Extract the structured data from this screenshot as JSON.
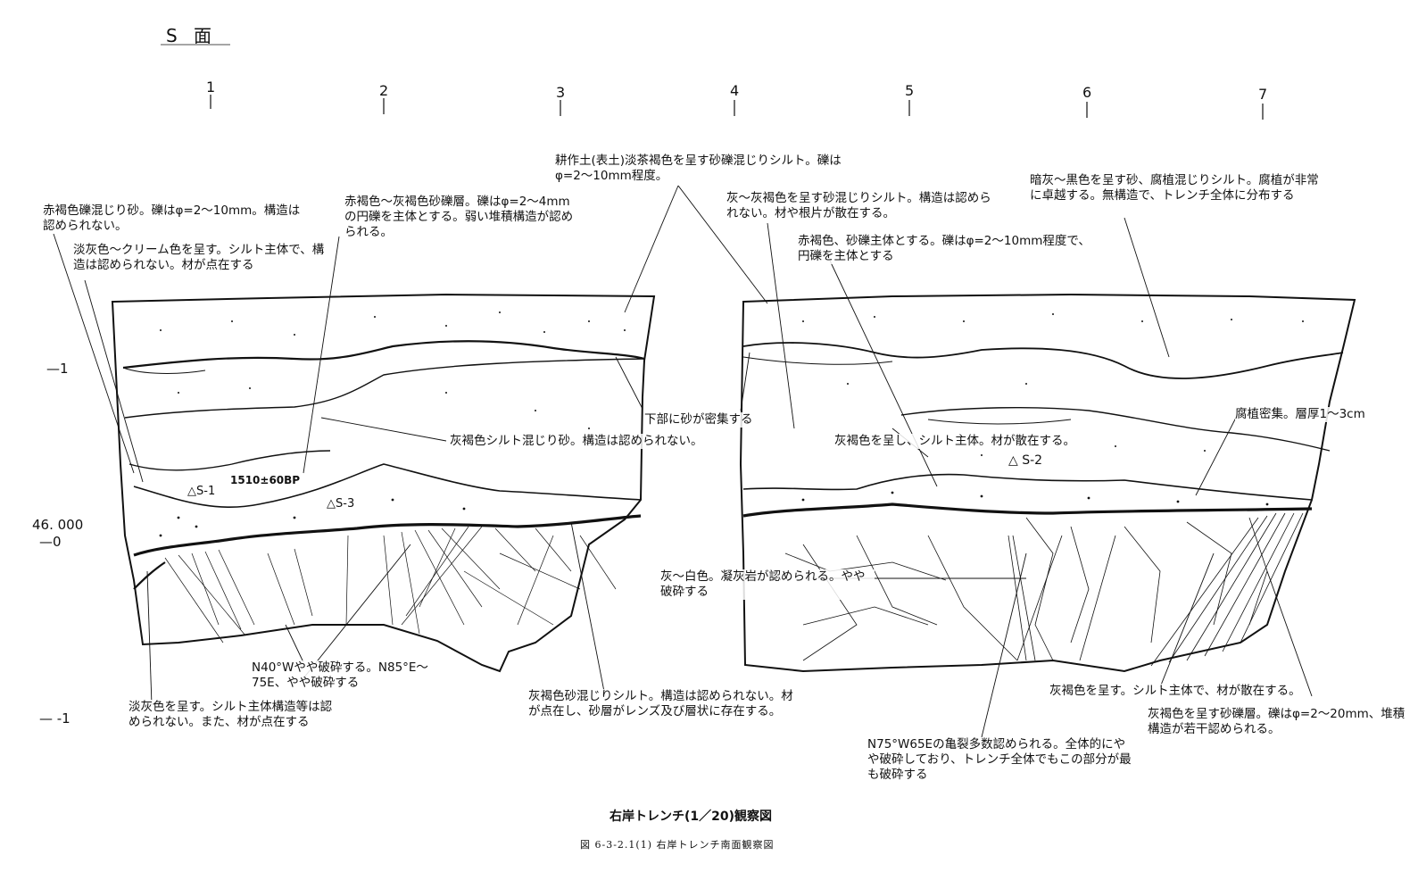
{
  "face_label": "S 面",
  "columns": [
    "1",
    "2",
    "3",
    "4",
    "5",
    "6",
    "7"
  ],
  "elevations": [
    "—1",
    "46. 000",
    "—0",
    "— -1"
  ],
  "samples": {
    "s1": "△S-1",
    "s3": "△S-3",
    "s2": "△ S-2",
    "date": "1510±60BP"
  },
  "notes": {
    "topsoil": "耕作土(表土)淡茶褐色を呈す砂礫混じりシルト。礫はφ=2～10mm程度。",
    "red_gravel_sand": "赤褐色礫混じり砂。礫はφ=2～10mm。構造は認められない。",
    "pale_cream": "淡灰色～クリーム色を呈す。シルト主体で、構造は認められない。材が点在する",
    "red_gray_gravel": "赤褐色～灰褐色砂礫層。礫はφ=2～4mmの円礫を主体とする。弱い堆積構造が認められる。",
    "gray_sand_silt": "灰～灰褐色を呈す砂混じりシルト。構造は認められない。材や根片が散在する。",
    "red_gravel_main": "赤褐色、砂礫主体とする。礫はφ=2～10mm程度で、円礫を主体とする",
    "dark_humus": "暗灰～黒色を呈す砂、腐植混じりシルト。腐植が非常に卓越する。無構造で、トレンチ全体に分布する",
    "sand_dense": "下部に砂が密集する",
    "gray_silty_sand": "灰褐色シルト混じり砂。構造は認められない。",
    "gray_silt_wood": "灰褐色を呈し、シルト主体。材が散在する。",
    "humus_dense": "腐植密集。層厚1～3cm",
    "tuff": "灰～白色。凝灰岩が認められる。やや破砕する",
    "fracture_left": "N40°Wやや破砕する。N85°E～75E、やや破砕する",
    "pale_gray_bottom": "淡灰色を呈す。シルト主体構造等は認められない。また、材が点在する",
    "gray_sandy_silt": "灰褐色砂混じりシルト。構造は認められない。材が点在し、砂層がレンズ及び層状に存在する。",
    "fracture_center": "N75°W65Eの亀裂多数認められる。全体的にやや破砕しており、トレンチ全体でもこの部分が最も破砕する",
    "gray_silt_right": "灰褐色を呈す。シルト主体で、材が散在する。",
    "gray_gravel_right": "灰褐色を呈す砂礫層。礫はφ=2～20mm、堆積構造が若干認められる。"
  },
  "caption_main": "右岸トレンチ(1／20)観察図",
  "caption_sub": "図 6-3-2.1(1) 右岸トレンチ南面観察図"
}
